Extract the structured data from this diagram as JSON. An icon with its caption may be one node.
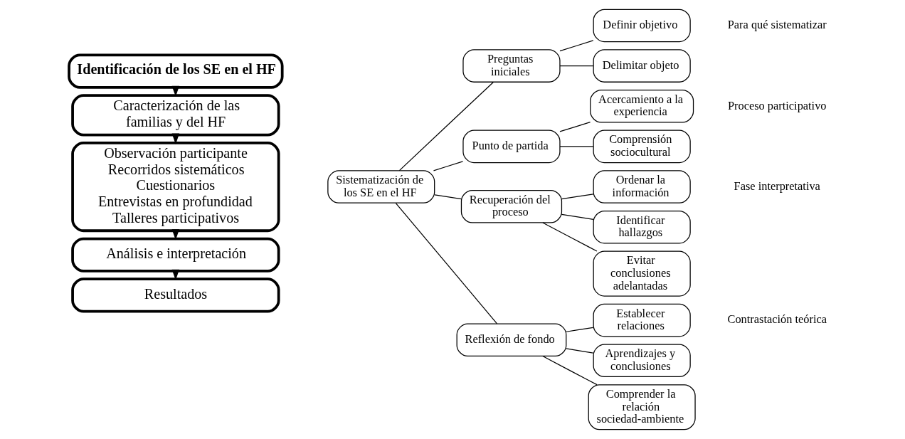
{
  "diagram": {
    "nodes": [
      {
        "text": [
          "Identificación de los SE en el HF"
        ]
      },
      {
        "text": [
          "Caracterización de las familias y del HF"
        ]
      },
      {
        "text": [
          "Observación participante",
          "Recorridos sistemáticos",
          "Cuestionarios",
          "Entrevistas en profundidad",
          "Talleres participativos"
        ]
      },
      {
        "text": [
          "Análisis e interpretación"
        ]
      },
      {
        "text": [
          "Resultados"
        ]
      },
      {
        "text": [
          "Sistematización de los SE en el HF"
        ]
      },
      {
        "text": [
          "Preguntas iniciales"
        ]
      },
      {
        "text": [
          "Punto de partida"
        ]
      },
      {
        "text": [
          "Recuperación del proceso"
        ]
      },
      {
        "text": [
          "Reflexión de fondo"
        ]
      },
      {
        "text": [
          "Definir objetivo"
        ]
      },
      {
        "text": [
          "Delimitar objeto"
        ]
      },
      {
        "text": [
          "Acercamiento a la experiencia"
        ]
      },
      {
        "text": [
          "Comprensión sociocultural"
        ]
      },
      {
        "text": [
          "Ordenar la información"
        ]
      },
      {
        "text": [
          "Identificar hallazgos"
        ]
      },
      {
        "text": [
          "Evitar conclusiones adelantadas"
        ]
      },
      {
        "text": [
          "Establecer relaciones"
        ]
      },
      {
        "text": [
          "Aprendizajes y conclusiones"
        ]
      },
      {
        "text": [
          "Comprender la relación sociedad-ambiente"
        ]
      }
    ],
    "edges": [
      {
        "from": 0,
        "to": 1,
        "arrow": "to"
      },
      {
        "from": 1,
        "to": 2,
        "arrow": "to"
      },
      {
        "from": 2,
        "to": 3,
        "arrow": "to"
      },
      {
        "from": 3,
        "to": 4,
        "arrow": "to"
      },
      {
        "from": 5,
        "to": 6,
        "arrow": "none"
      },
      {
        "from": 5,
        "to": 7,
        "arrow": "none"
      },
      {
        "from": 5,
        "to": 8,
        "arrow": "none"
      },
      {
        "from": 5,
        "to": 9,
        "arrow": "none"
      },
      {
        "from": 6,
        "to": 10,
        "arrow": "none"
      },
      {
        "from": 6,
        "to": 11,
        "arrow": "none"
      },
      {
        "from": 7,
        "to": 12,
        "arrow": "none"
      },
      {
        "from": 7,
        "to": 13,
        "arrow": "none"
      },
      {
        "from": 8,
        "to": 14,
        "arrow": "none"
      },
      {
        "from": 8,
        "to": 15,
        "arrow": "none"
      },
      {
        "from": 8,
        "to": 16,
        "arrow": "none"
      },
      {
        "from": 9,
        "to": 17,
        "arrow": "none"
      },
      {
        "from": 9,
        "to": 18,
        "arrow": "none"
      },
      {
        "from": 9,
        "to": 19,
        "arrow": "none"
      }
    ],
    "labels": [
      "Para qué sistematizar",
      "Proceso participativo",
      "Fase interpretativa",
      "Contrastación teórica"
    ]
  }
}
